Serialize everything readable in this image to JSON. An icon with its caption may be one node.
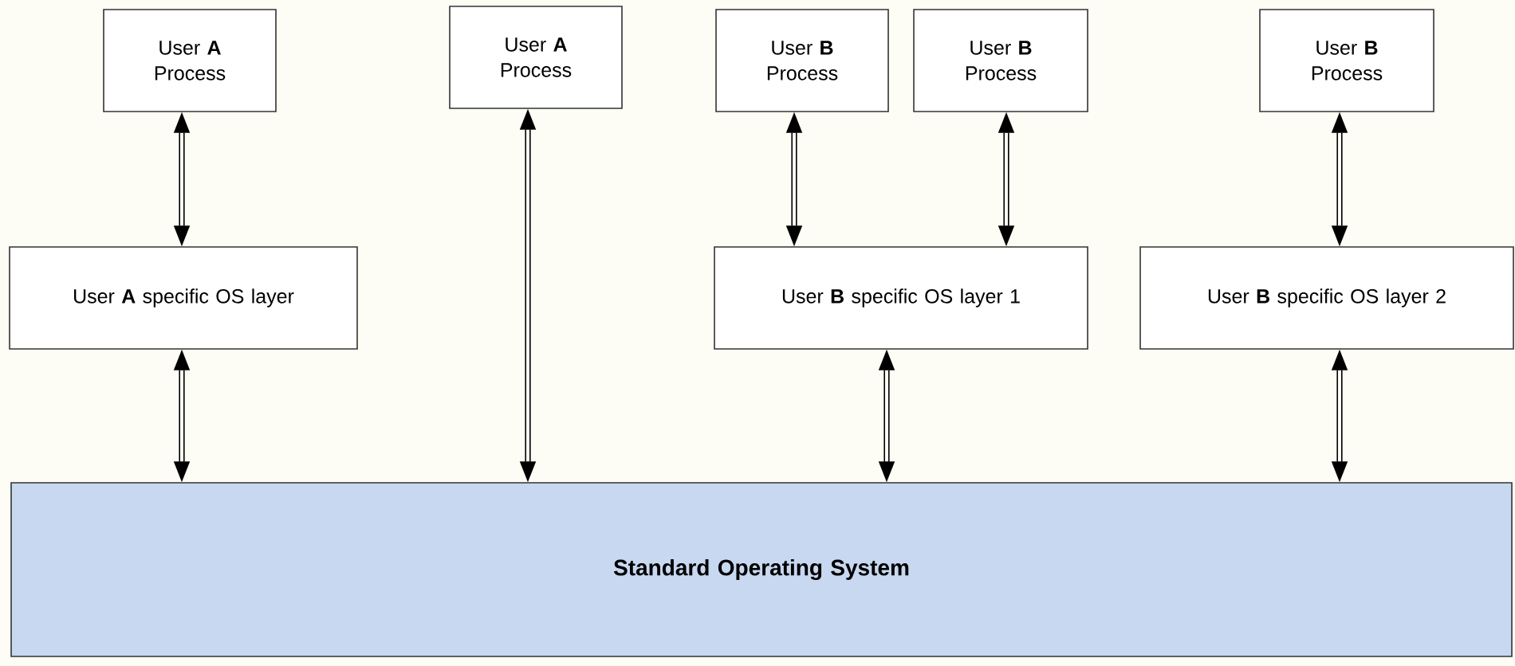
{
  "diagram": {
    "nodes": [
      {
        "text": [
          "User **A** Process"
        ]
      },
      {
        "text": [
          "User **A** Process"
        ]
      },
      {
        "text": [
          "User **B** Process"
        ]
      },
      {
        "text": [
          "User **B** Process"
        ]
      },
      {
        "text": [
          "User **B** Process"
        ]
      },
      {
        "text": [
          "User **A** specific OS layer"
        ]
      },
      {
        "text": [
          "User **B** specific OS layer 1"
        ]
      },
      {
        "text": [
          "User **B** specific OS layer 2"
        ]
      },
      {
        "text": [
          "**Standard Operating System**"
        ]
      }
    ],
    "edges": [
      {
        "from": 0,
        "to": 5,
        "arrow": "both"
      },
      {
        "from": 1,
        "to": 8,
        "arrow": "both"
      },
      {
        "from": 2,
        "to": 6,
        "arrow": "both"
      },
      {
        "from": 3,
        "to": 6,
        "arrow": "both"
      },
      {
        "from": 4,
        "to": 7,
        "arrow": "both"
      },
      {
        "from": 5,
        "to": 8,
        "arrow": "both"
      },
      {
        "from": 6,
        "to": 8,
        "arrow": "both"
      },
      {
        "from": 7,
        "to": 8,
        "arrow": "both"
      }
    ]
  }
}
